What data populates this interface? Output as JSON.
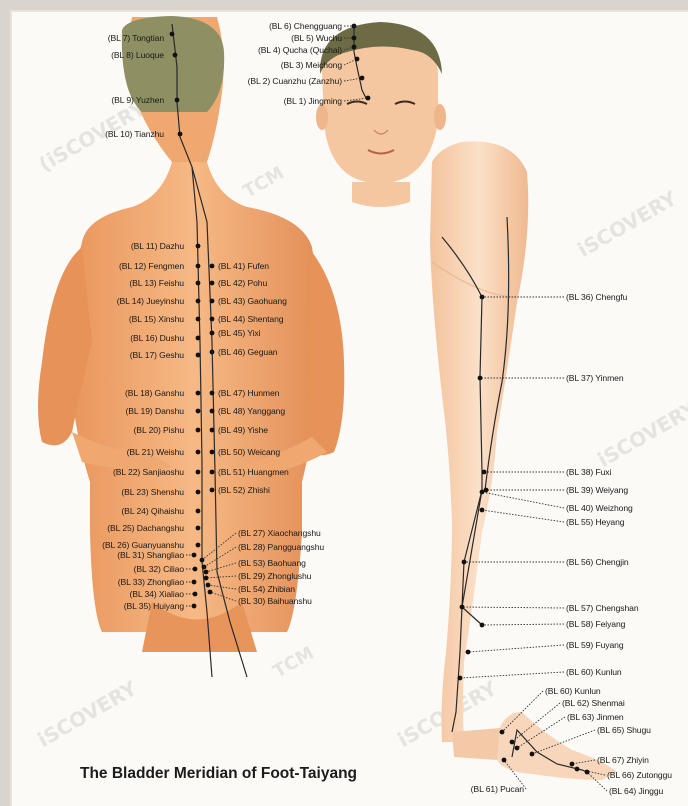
{
  "title": "The Bladder Meridian of Foot-Taiyang",
  "watermark": {
    "line1": "iSCOVERY",
    "line2": "TCM"
  },
  "colors": {
    "skin": "#f4b07a",
    "hair": "#8a8758",
    "line": "#2a2a2a",
    "dot": "#111111"
  },
  "points_head": [
    {
      "code": "BL 6",
      "name": "Chengguang"
    },
    {
      "code": "BL 5",
      "name": "Wuchu"
    },
    {
      "code": "BL 4",
      "name": "Qucha (Quchai)"
    },
    {
      "code": "BL 3",
      "name": "Meichong"
    },
    {
      "code": "BL 2",
      "name": "Cuanzhu (Zanzhu)"
    },
    {
      "code": "BL 1",
      "name": "Jingming"
    }
  ],
  "points_neck": [
    {
      "code": "BL 7",
      "name": "Tongtian"
    },
    {
      "code": "BL 8",
      "name": "Luoque"
    },
    {
      "code": "BL 9",
      "name": "Yuzhen"
    },
    {
      "code": "BL 10",
      "name": "Tianzhu"
    }
  ],
  "points_back_inner": [
    {
      "code": "BL 11",
      "name": "Dazhu"
    },
    {
      "code": "BL 12",
      "name": "Fengmen"
    },
    {
      "code": "BL 13",
      "name": "Feishu"
    },
    {
      "code": "BL 14",
      "name": "Jueyinshu"
    },
    {
      "code": "BL 15",
      "name": "Xinshu"
    },
    {
      "code": "BL 16",
      "name": "Dushu"
    },
    {
      "code": "BL 17",
      "name": "Geshu"
    },
    {
      "code": "BL 18",
      "name": "Ganshu"
    },
    {
      "code": "BL 19",
      "name": "Danshu"
    },
    {
      "code": "BL 20",
      "name": "Pishu"
    },
    {
      "code": "BL 21",
      "name": "Weishu"
    },
    {
      "code": "BL 22",
      "name": "Sanjiaoshu"
    },
    {
      "code": "BL 23",
      "name": "Shenshu"
    },
    {
      "code": "BL 24",
      "name": "Qihaishu"
    },
    {
      "code": "BL 25",
      "name": "Dachangshu"
    },
    {
      "code": "BL 26",
      "name": "Guanyuanshu"
    },
    {
      "code": "BL 31",
      "name": "Shangliao"
    },
    {
      "code": "BL 32",
      "name": "Ciliao"
    },
    {
      "code": "BL 33",
      "name": "Zhongliao"
    },
    {
      "code": "BL 34",
      "name": "Xialiao"
    },
    {
      "code": "BL 35",
      "name": "Huiyang"
    }
  ],
  "points_back_outer": [
    {
      "code": "BL 41",
      "name": "Fufen"
    },
    {
      "code": "BL 42",
      "name": "Pohu"
    },
    {
      "code": "BL 43",
      "name": "Gaohuang"
    },
    {
      "code": "BL 44",
      "name": "Shentang"
    },
    {
      "code": "BL 45",
      "name": "Yixi"
    },
    {
      "code": "BL 46",
      "name": "Geguan"
    },
    {
      "code": "BL 47",
      "name": "Hunmen"
    },
    {
      "code": "BL 48",
      "name": "Yanggang"
    },
    {
      "code": "BL 49",
      "name": "Yishe"
    },
    {
      "code": "BL 50",
      "name": "Weicang"
    },
    {
      "code": "BL 51",
      "name": "Huangmen"
    },
    {
      "code": "BL 52",
      "name": "Zhishi"
    }
  ],
  "points_sacral_right": [
    {
      "code": "BL 27",
      "name": "Xiaochangshu"
    },
    {
      "code": "BL 28",
      "name": "Pangguangshu"
    },
    {
      "code": "BL 53",
      "name": "Baohuang"
    },
    {
      "code": "BL 29",
      "name": "Zhonglushu"
    },
    {
      "code": "BL 54",
      "name": "Zhibian"
    },
    {
      "code": "BL 30",
      "name": "Baihuanshu"
    }
  ],
  "points_leg": [
    {
      "code": "BL 36",
      "name": "Chengfu"
    },
    {
      "code": "BL 37",
      "name": "Yinmen"
    },
    {
      "code": "BL 38",
      "name": "Fuxi"
    },
    {
      "code": "BL 39",
      "name": "Weiyang"
    },
    {
      "code": "BL 40",
      "name": "Weizhong"
    },
    {
      "code": "BL 55",
      "name": "Heyang"
    },
    {
      "code": "BL 56",
      "name": "Chengjin"
    },
    {
      "code": "BL 57",
      "name": "Chengshan"
    },
    {
      "code": "BL 58",
      "name": "Feiyang"
    },
    {
      "code": "BL 59",
      "name": "Fuyang"
    },
    {
      "code": "BL 60",
      "name": "Kunlun"
    }
  ],
  "points_foot": [
    {
      "code": "BL 60",
      "name": "Kunlun"
    },
    {
      "code": "BL 62",
      "name": "Shenmai"
    },
    {
      "code": "BL 63",
      "name": "Jinmen"
    },
    {
      "code": "BL 65",
      "name": "Shugu"
    },
    {
      "code": "BL 67",
      "name": "Zhiyin"
    },
    {
      "code": "BL 66",
      "name": "Zutonggu"
    },
    {
      "code": "BL 64",
      "name": "Jinggu"
    },
    {
      "code": "BL 61",
      "name": "Pucan"
    }
  ]
}
